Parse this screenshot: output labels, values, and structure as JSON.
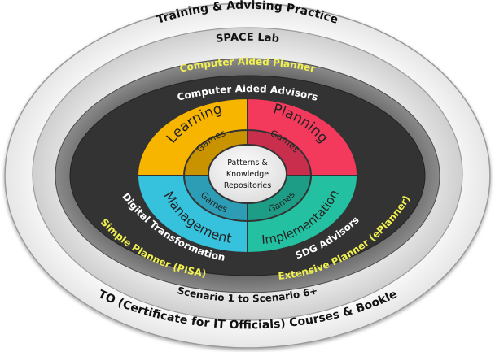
{
  "rings": {
    "training": "Training & Advising Practice",
    "cito": "CITO (Certificate for IT Officials) Courses & Booklets",
    "space_lab": "SPACE Lab",
    "scenario": "Scenario 1 to Scenario 6+",
    "computer_aided_planner": "Computer Aided Planner",
    "simple_planner": "Simple Planner (PISA)",
    "extensive_planner": "Extensive Planner (ePlanner)",
    "computer_aided_advisors": "Computer Aided Advisors",
    "digital_transformation": "Digital Transformation",
    "sdg_advisors": "SDG Advisors"
  },
  "quadrants": {
    "learning": "Learning",
    "planning": "Planning",
    "management": "Management",
    "implementation": "Implementation"
  },
  "games_label": "Games",
  "center": {
    "line1": "Patterns &",
    "line2": "Knowledge",
    "line3": "Repositories"
  },
  "colors": {
    "learning": "#f7b500",
    "planning": "#f43a5c",
    "management": "#36c2dd",
    "implementation": "#23c1a2",
    "dark_ring": "#333333",
    "planner_ring": "#555555",
    "highlight_text": "#f0f050"
  }
}
